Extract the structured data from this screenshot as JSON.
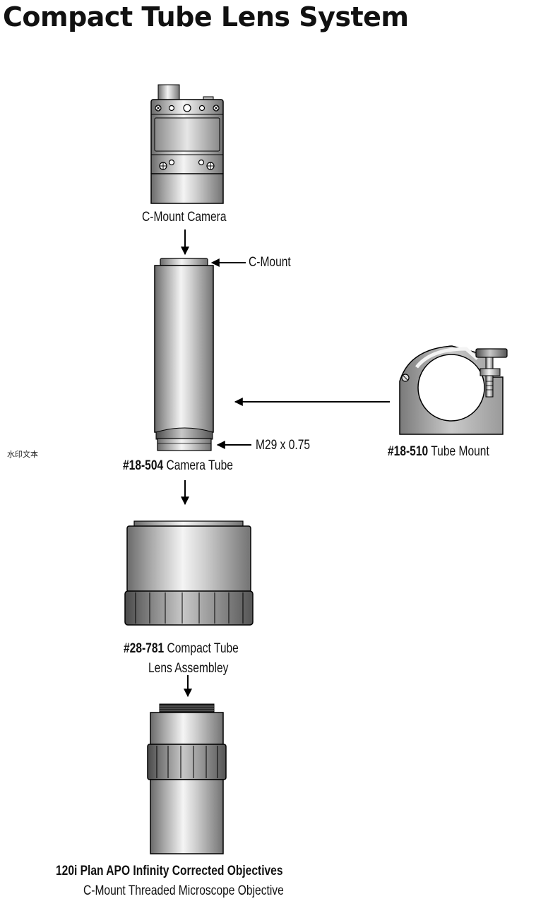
{
  "title": "Compact Tube Lens System",
  "watermark": "水印文本",
  "labels": {
    "camera": "C-Mount Camera",
    "cmount": "C-Mount",
    "tube_part": "#18-504",
    "tube_name": "Camera Tube",
    "thread": "M29 x 0.75",
    "mount_part": "#18-510",
    "mount_name": "Tube Mount",
    "lens_part": "#28-781",
    "lens_name_line1": "Compact Tube",
    "lens_name_line2": "Lens Assembley",
    "objective_line1": "120i Plan APO Infinity Corrected Objectives",
    "objective_line2": "C-Mount Threaded Microscope Objective"
  },
  "colors": {
    "metal_dark": "#6e6e6e",
    "metal_light": "#f2f2f2",
    "line": "#000000"
  }
}
